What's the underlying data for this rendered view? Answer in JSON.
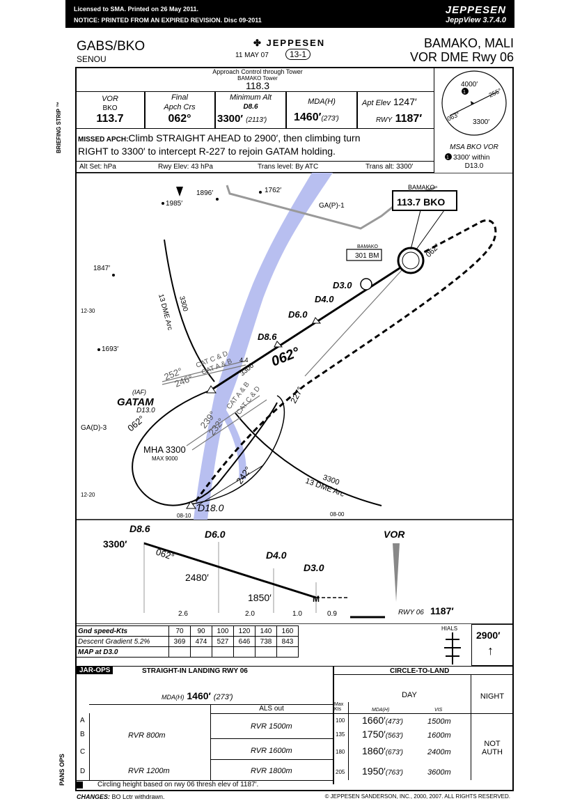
{
  "topbar": {
    "line1": "Licensed to SMA.  Printed on 26 May 2011.",
    "line2": "NOTICE: PRINTED FROM AN EXPIRED REVISION.  Disc 09-2011",
    "brand": "JEPPESEN",
    "version": "JeppView 3.7.4.0"
  },
  "header": {
    "icao": "GABS/BKO",
    "name": "SENOU",
    "logo": "JEPPESEN",
    "date": "11 MAY 07",
    "index": "13-1",
    "city": "BAMAKO, MALI",
    "procedure": "VOR DME Rwy 06"
  },
  "comms": {
    "label1": "Approach Control through Tower",
    "label2": "BAMAKO Tower",
    "freq": "118.3"
  },
  "strip": {
    "briefing": "BRIEFING STRIP ™",
    "vor_label": "VOR",
    "vor_id": "BKO",
    "vor_freq": "113.7",
    "crs_label1": "Final",
    "crs_label2": "Apch Crs",
    "crs": "062°",
    "minalt_label": "Minimum Alt",
    "minalt_fix": "D8.6",
    "minalt": "3300′",
    "minalt_hat": "(2113′)",
    "mda_label": "MDA(H)",
    "mda": "1460′",
    "mda_hat": "(273′)",
    "elev_label": "Apt Elev",
    "apt_elev": "1247′",
    "rwy_label": "RWY",
    "rwy_elev": "1187′"
  },
  "missed": {
    "label": "MISSED APCH:",
    "line1": "Climb STRAIGHT AHEAD to 2900′, then climbing turn",
    "line2": "RIGHT to 3300′ to intercept R-227 to rejoin GATAM holding."
  },
  "msa": {
    "alt1": "4000′",
    "alt2": "3300′",
    "b1": "255°",
    "b2": "063°",
    "title": "MSA BKO VOR",
    "note": "3300′ within",
    "note2": "D13.0"
  },
  "altset": {
    "altset": "Alt Set: hPa",
    "rwyelev": "Rwy Elev: 43 hPa",
    "trans_level": "Trans level: By ATC",
    "trans_alt": "Trans alt: 3300′"
  },
  "plan": {
    "e1": "1896′",
    "e2": "1762′",
    "e3": "1985′",
    "e4": "1847′",
    "e5": "1693′",
    "gap1": "GA(P)-1",
    "gad3": "GA(D)-3",
    "vor_name": "BAMAKO",
    "vor_box": "113.7 BKO",
    "ndb_name": "BAMAKO",
    "ndb_box": "301 BM",
    "brg062": "062°",
    "d30": "D3.0",
    "d40": "D4.0",
    "d60": "D6.0",
    "d86": "D8.6",
    "crs_big": "062°",
    "arc1_alt": "3300",
    "arc1_name": "13 DME Arc",
    "arc2_alt": "3300",
    "arc2_name": "13 DME Arc",
    "cat1": "CAT C & D",
    "cat2": "CAT A & B",
    "cat3": "CAT A & B",
    "cat4": "CAT C & D",
    "r252": "252°",
    "r246": "246°",
    "r239": "239°",
    "r232": "232°",
    "r242": "242°",
    "r227": "227°",
    "d44": "4.4",
    "a3300": "3300",
    "iaf": "(IAF)",
    "gatam": "GATAM",
    "gatam_d": "D13.0",
    "h062": "062°",
    "mha": "MHA 3300",
    "mhamax": "MAX 9000",
    "d180": "D18.0",
    "lat1": "12-30",
    "lat2": "12-20",
    "lon1": "08-10",
    "lon2": "08-00"
  },
  "profile": {
    "d86": "D8.6",
    "a3300": "3300′",
    "c062": "062°",
    "d60": "D6.0",
    "a2480": "2480′",
    "d40": "D4.0",
    "d30": "D3.0",
    "a1850": "1850′",
    "vor": "VOR",
    "dist1": "2.6",
    "dist2": "2.0",
    "dist3": "1.0",
    "dist4": "0.9",
    "rwy": "RWY 06",
    "rwy_elev": "1187′",
    "m": "M"
  },
  "gs_table": {
    "r1": "Gnd speed-Kts",
    "r2": "Descent Gradient",
    "grad": "5.2%",
    "r3": "MAP at D3.0",
    "speeds": [
      "70",
      "90",
      "100",
      "120",
      "140",
      "160"
    ],
    "rates": [
      "369",
      "474",
      "527",
      "646",
      "738",
      "843"
    ]
  },
  "hials": "HIALS",
  "ma_alt": "2900′",
  "minima": {
    "jar": "JAR-OPS",
    "straight": "STRAIGHT-IN LANDING RWY 06",
    "ctl": "CIRCLE-TO-LAND",
    "mda_l": "MDA(H)",
    "mda": "1460′",
    "mda_hat": "(273′)",
    "als": "ALS out",
    "day": "DAY",
    "night": "NIGHT",
    "maxkts": "Max Kts",
    "mdah2": "MDA(H)",
    "vis": "VIS",
    "pans": "PANS OPS",
    "rvr1": "RVR 800m",
    "rvr2": "RVR 1200m",
    "rvr3": "RVR 1500m",
    "rvr4": "RVR 1600m",
    "rvr5": "RVR 1800m",
    "cats": [
      "A",
      "B",
      "C",
      "D"
    ],
    "ctlrows": [
      {
        "kts": "100",
        "mda": "1660′",
        "h": "(473′)",
        "vis": "1500m"
      },
      {
        "kts": "135",
        "mda": "1750′",
        "h": "(563′)",
        "vis": "1600m"
      },
      {
        "kts": "180",
        "mda": "1860′",
        "h": "(673′)",
        "vis": "2400m"
      },
      {
        "kts": "205",
        "mda": "1950′",
        "h": "(763′)",
        "vis": "3600m"
      }
    ],
    "notauth1": "NOT",
    "notauth2": "AUTH",
    "note": "Circling height based on rwy 06 thresh elev of 1187′."
  },
  "footer": {
    "changes": "CHANGES:",
    "changes_txt": "BO Lctr withdrawn.",
    "copy": "© JEPPESEN SANDERSON, INC., 2000, 2007.  ALL RIGHTS RESERVED."
  }
}
